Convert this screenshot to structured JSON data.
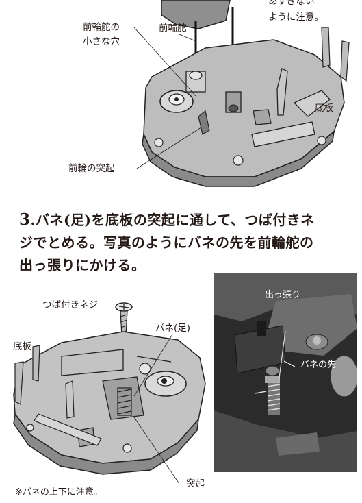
{
  "top_figure": {
    "note_line1": "あすぎない",
    "note_line2": "ように注意。",
    "label_small_hole_line1": "前輪舵の",
    "label_small_hole_line2": "小さな穴",
    "label_front_rudder": "前輪舵",
    "label_base_plate": "底板",
    "label_front_wheel_boss": "前輪の突起"
  },
  "step": {
    "number": "3",
    "line1": "バネ(足)を底板の突起に通して、つば付きネ",
    "line2": "ジでとめる。写真のようにバネの先を前輪舵の",
    "line3": "出っ張りにかける。"
  },
  "bottom_figure": {
    "label_screw": "つば付きネジ",
    "label_base_plate": "底板",
    "label_spring": "バネ(足)",
    "label_boss": "突起",
    "caution": "※バネの上下に注意。"
  },
  "photo": {
    "label_protrusion": "出っ張り",
    "label_spring_tip": "バネの先"
  }
}
